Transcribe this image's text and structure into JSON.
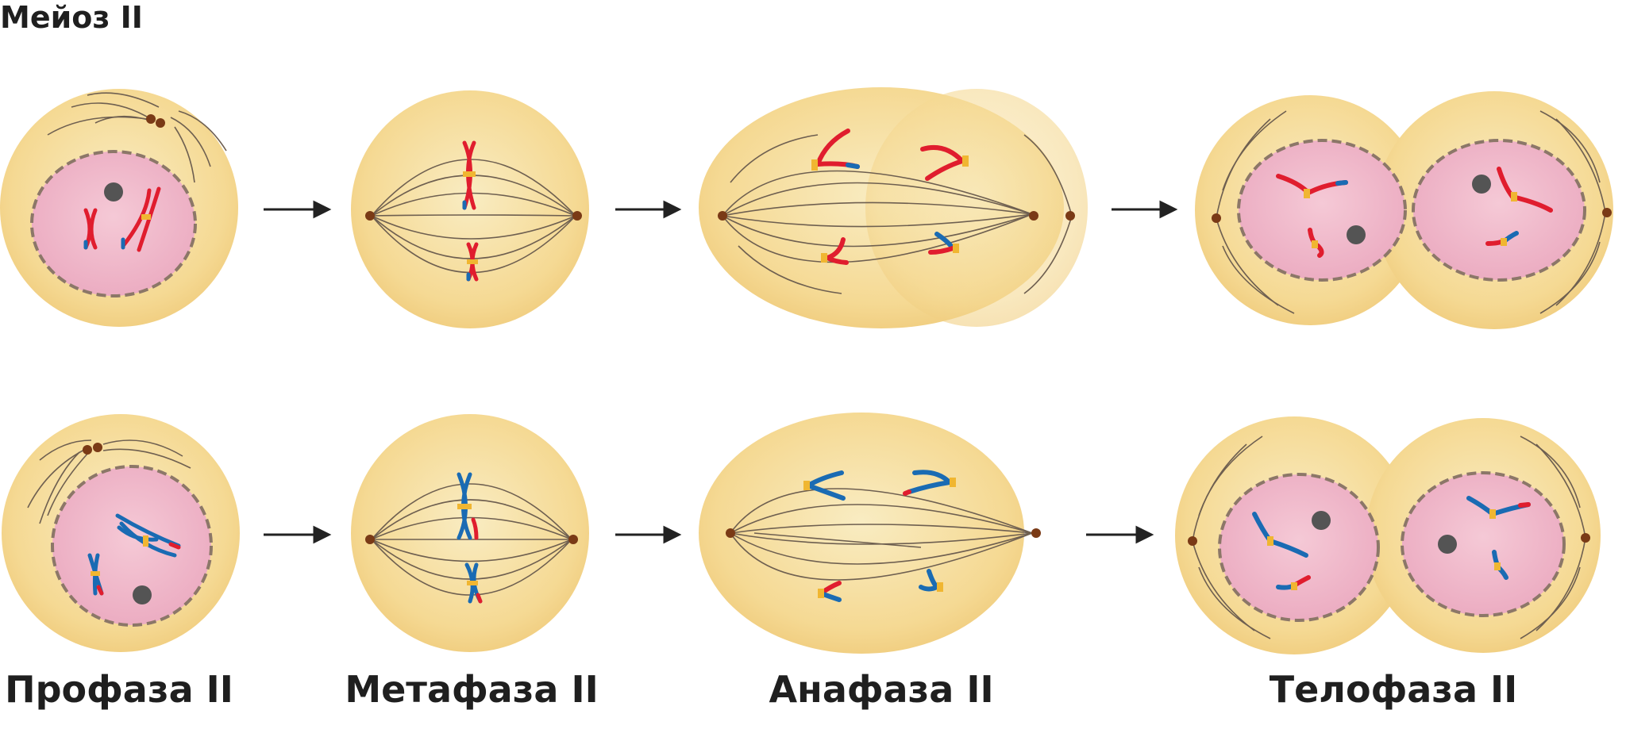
{
  "title": "Мейоз II",
  "stages": [
    {
      "label": "Профаза II"
    },
    {
      "label": "Метафаза II"
    },
    {
      "label": "Анафаза II"
    },
    {
      "label": "Телофаза II"
    }
  ],
  "colors": {
    "cytoplasm": "#f3d48e",
    "cytoplasm_light": "#f8e6b4",
    "nucleus": "#eeb3c6",
    "nuclear_envelope": "#8c7768",
    "spindle": "#6e5f50",
    "centriole": "#7a3a16",
    "nucleolus": "#545454",
    "chromatid_red": "#e01d2e",
    "chromatid_blue": "#1a6bb3",
    "centromere": "#f0b631",
    "arrow": "#222222"
  }
}
